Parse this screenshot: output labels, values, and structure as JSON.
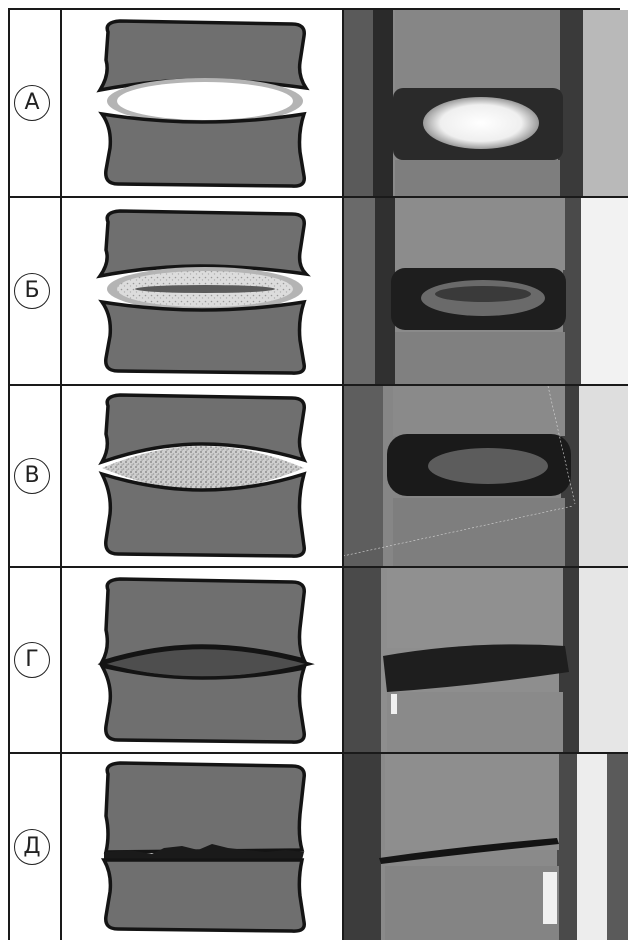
{
  "grades": [
    {
      "label": "А",
      "stage": "normal-disc"
    },
    {
      "label": "Б",
      "stage": "early-degeneration"
    },
    {
      "label": "В",
      "stage": "moderate-degeneration"
    },
    {
      "label": "Г",
      "stage": "advanced-degeneration"
    },
    {
      "label": "Д",
      "stage": "collapsed-disc"
    }
  ],
  "colors": {
    "vertebra_fill": "#6f6f6f",
    "vertebra_outline": "#141414",
    "disc_healthy": "#ffffff",
    "disc_ring": "#b4b4b4",
    "mri_bone": "#7a7a7a",
    "mri_dark": "#1c1c1c",
    "mri_bright": "#f4f4f4"
  },
  "icons": {
    "grade_marker": "circled-letter",
    "diagram": "vertebral-disc-schematic",
    "mri": "sagittal-mri-slice"
  }
}
